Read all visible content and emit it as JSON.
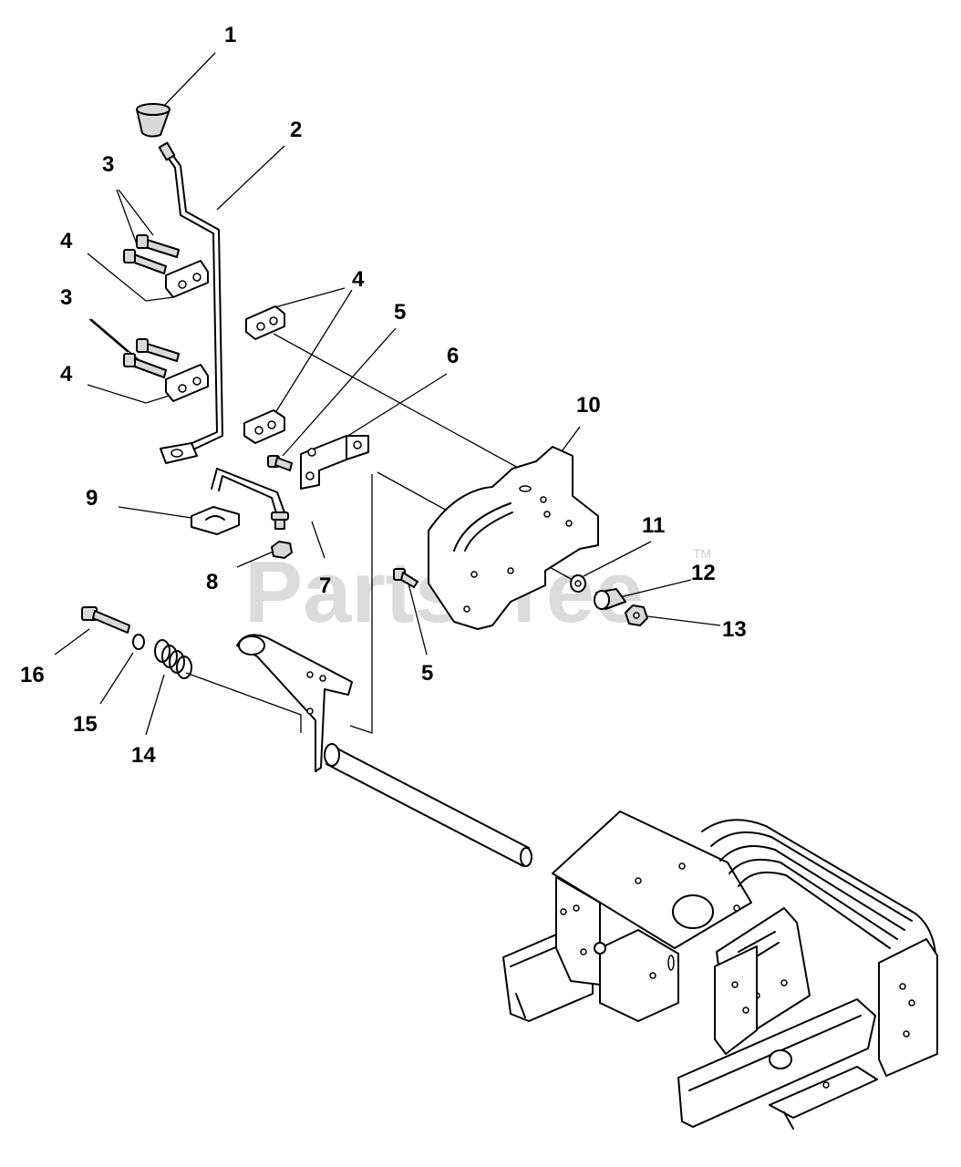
{
  "watermark": {
    "text": "PartsTree",
    "trademark": "TM",
    "color": "#cfcfcf"
  },
  "callouts": [
    {
      "id": "label-1",
      "text": "1"
    },
    {
      "id": "label-2",
      "text": "2"
    },
    {
      "id": "label-3a",
      "text": "3"
    },
    {
      "id": "label-4a",
      "text": "4"
    },
    {
      "id": "label-3b",
      "text": "3"
    },
    {
      "id": "label-4b",
      "text": "4"
    },
    {
      "id": "label-4c",
      "text": "4"
    },
    {
      "id": "label-5a",
      "text": "5"
    },
    {
      "id": "label-6",
      "text": "6"
    },
    {
      "id": "label-10",
      "text": "10"
    },
    {
      "id": "label-9",
      "text": "9"
    },
    {
      "id": "label-11",
      "text": "11"
    },
    {
      "id": "label-12",
      "text": "12"
    },
    {
      "id": "label-8",
      "text": "8"
    },
    {
      "id": "label-7",
      "text": "7"
    },
    {
      "id": "label-13",
      "text": "13"
    },
    {
      "id": "label-16",
      "text": "16"
    },
    {
      "id": "label-5b",
      "text": "5"
    },
    {
      "id": "label-15",
      "text": "15"
    },
    {
      "id": "label-14",
      "text": "14"
    }
  ]
}
